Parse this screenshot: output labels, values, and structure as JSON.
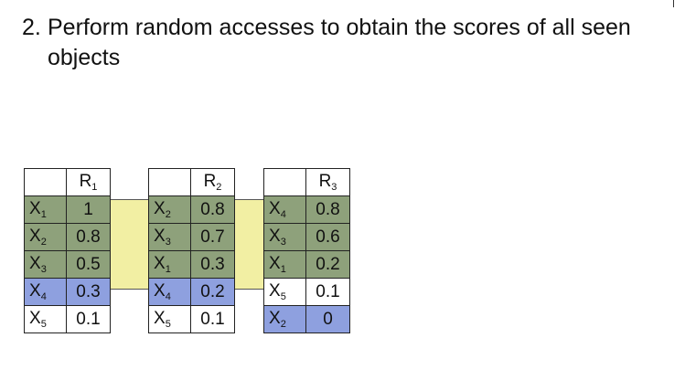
{
  "heading": {
    "number": "2.",
    "line1": "Perform random accesses to obtain the scores of all seen",
    "line2": "objects"
  },
  "colors": {
    "seen_scored": "#8ea17b",
    "seen_partial": "#8ea0df",
    "unseen": "#ffffff",
    "row_band": "#f2efa3"
  },
  "lists": [
    {
      "name": "R",
      "index": "1",
      "rows": [
        {
          "obj": "X",
          "sub": "1",
          "score": "1",
          "state": "green"
        },
        {
          "obj": "X",
          "sub": "2",
          "score": "0.8",
          "state": "green"
        },
        {
          "obj": "X",
          "sub": "3",
          "score": "0.5",
          "state": "green"
        },
        {
          "obj": "X",
          "sub": "4",
          "score": "0.3",
          "state": "blue"
        },
        {
          "obj": "X",
          "sub": "5",
          "score": "0.1",
          "state": "white"
        }
      ]
    },
    {
      "name": "R",
      "index": "2",
      "rows": [
        {
          "obj": "X",
          "sub": "2",
          "score": "0.8",
          "state": "green"
        },
        {
          "obj": "X",
          "sub": "3",
          "score": "0.7",
          "state": "green"
        },
        {
          "obj": "X",
          "sub": "1",
          "score": "0.3",
          "state": "green"
        },
        {
          "obj": "X",
          "sub": "4",
          "score": "0.2",
          "state": "blue"
        },
        {
          "obj": "X",
          "sub": "5",
          "score": "0.1",
          "state": "white"
        }
      ]
    },
    {
      "name": "R",
      "index": "3",
      "rows": [
        {
          "obj": "X",
          "sub": "4",
          "score": "0.8",
          "state": "green"
        },
        {
          "obj": "X",
          "sub": "3",
          "score": "0.6",
          "state": "green"
        },
        {
          "obj": "X",
          "sub": "1",
          "score": "0.2",
          "state": "green"
        },
        {
          "obj": "X",
          "sub": "5",
          "score": "0.1",
          "state": "white"
        },
        {
          "obj": "X",
          "sub": "2",
          "score": "0",
          "state": "blue"
        }
      ]
    }
  ]
}
